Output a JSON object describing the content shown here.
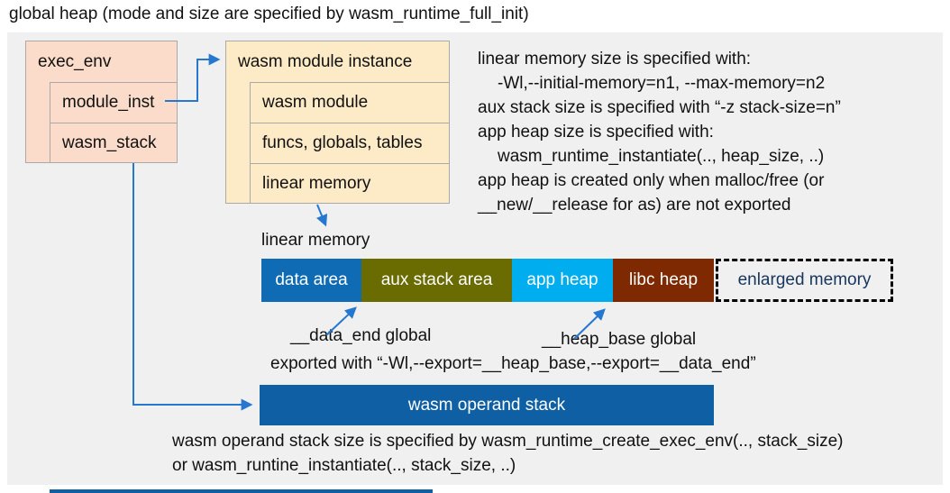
{
  "title": "global heap (mode and size are specified by wasm_runtime_full_init)",
  "exec_env_box": {
    "header": "exec_env",
    "rows": [
      "module_inst",
      "wasm_stack"
    ]
  },
  "module_instance_box": {
    "header": "wasm module instance",
    "rows": [
      "wasm module",
      "funcs, globals, tables",
      "linear memory"
    ]
  },
  "notes": {
    "lines": [
      "linear memory size is specified with:",
      "-Wl,--initial-memory=n1, --max-memory=n2",
      "aux stack size is specified with “-z stack-size=n”",
      "app heap size is specified with:",
      "wasm_runtime_instantiate(.., heap_size, ..)",
      "app heap is created only when malloc/free (or",
      "__new/__release for as) are not exported"
    ]
  },
  "linear_memory": {
    "label": "linear memory",
    "segments": [
      {
        "label": "data area",
        "color": "#0F6CB4",
        "text_color": "#FFFFFF"
      },
      {
        "label": "aux stack area",
        "color": "#6A6B00",
        "text_color": "#FFFFFF"
      },
      {
        "label": "app heap",
        "color": "#00AEEF",
        "text_color": "#FFFFFF"
      },
      {
        "label": "libc heap",
        "color": "#7E2901",
        "text_color": "#FFFFFF"
      },
      {
        "label": "enlarged memory",
        "color": "transparent",
        "text_color": "#17365D"
      }
    ],
    "annotations": {
      "data_end": "__data_end global",
      "heap_base": "__heap_base global",
      "exported": "exported with “-Wl,--export=__heap_base,--export=__data_end”"
    }
  },
  "operand_stack": {
    "label": "wasm operand stack",
    "notes": [
      "wasm operand stack size is specified by wasm_runtime_create_exec_env(.., stack_size)",
      "or wasm_runtine_instantiate(.., stack_size, ..)"
    ]
  },
  "colors": {
    "panel_bg": "#F0F0F0",
    "exec_box_fill": "#FBDCCA",
    "instance_box_fill": "#FCEBC6",
    "box_border": "#A9A9A9",
    "arrow": "#2577D0",
    "stack_bar": "#0E5FA3",
    "text": "#111111"
  }
}
